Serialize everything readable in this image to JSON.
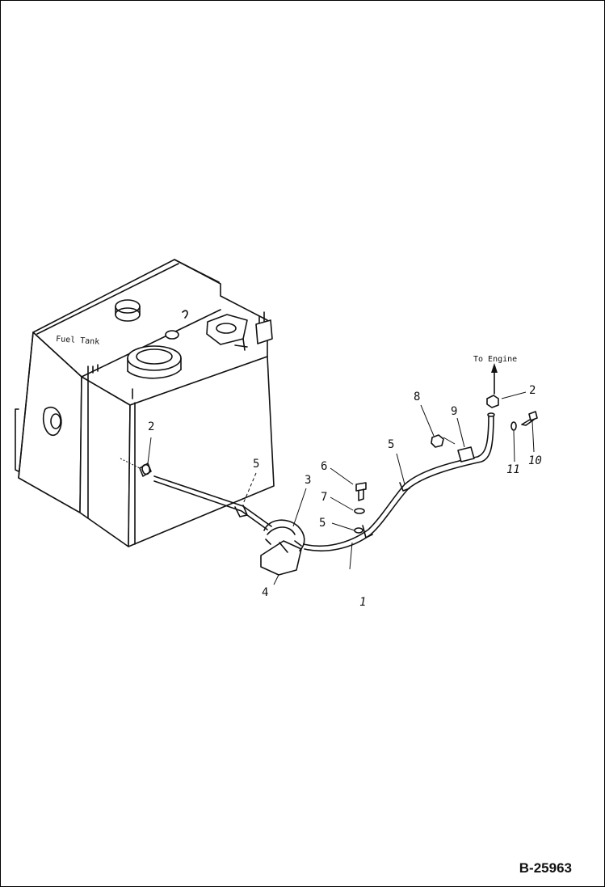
{
  "drawing": {
    "code": "B-25963",
    "labels": {
      "fuel_tank": "Fuel Tank",
      "to_engine": "To Engine"
    },
    "callouts": {
      "c1": "1",
      "c2_top": "2",
      "c2_left": "2",
      "c3": "3",
      "c4": "4",
      "c5_left": "5",
      "c5_mid": "5",
      "c5_right": "5",
      "c6": "6",
      "c7": "7",
      "c8": "8",
      "c9": "9",
      "c10": "10",
      "c11": "11"
    }
  }
}
